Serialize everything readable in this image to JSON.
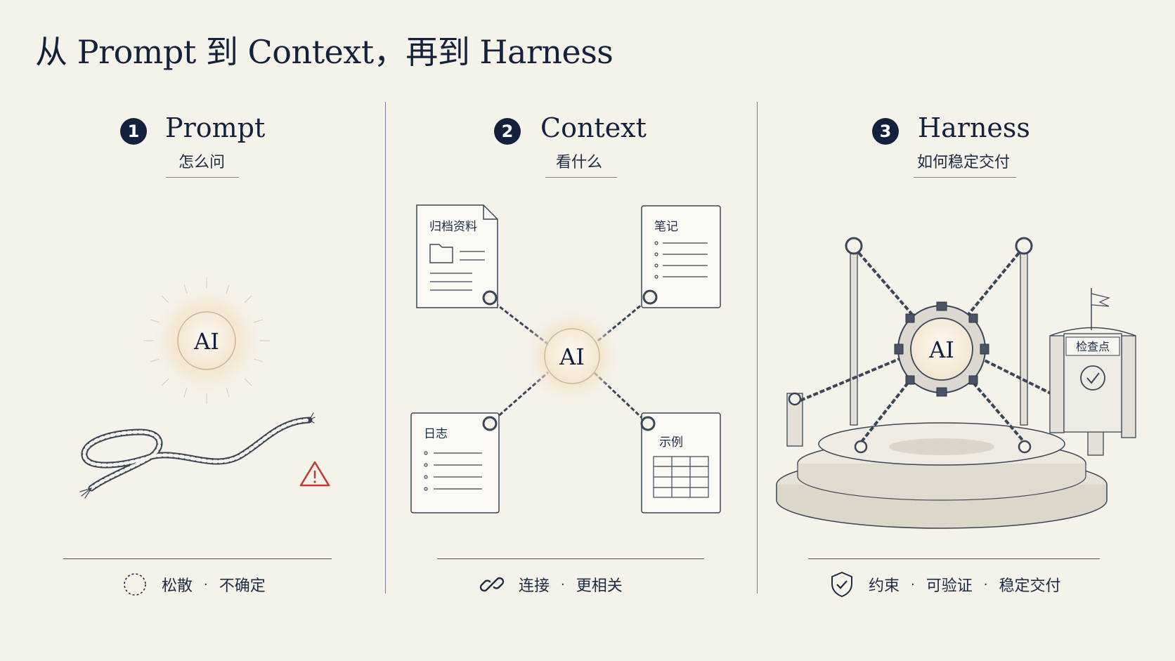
{
  "title": "从 Prompt 到 Context，再到 Harness",
  "panels": [
    {
      "number": "1",
      "title": "Prompt",
      "subtitle": "怎么问",
      "ai_label": "AI",
      "footer": {
        "icon": "dashed-circle-icon",
        "items": [
          "松散",
          "不确定"
        ]
      }
    },
    {
      "number": "2",
      "title": "Context",
      "subtitle": "看什么",
      "ai_label": "AI",
      "docs": [
        "归档资料",
        "笔记",
        "日志",
        "示例"
      ],
      "footer": {
        "icon": "link-icon",
        "items": [
          "连接",
          "更相关"
        ]
      }
    },
    {
      "number": "3",
      "title": "Harness",
      "subtitle": "如何稳定交付",
      "ai_label": "AI",
      "checkpoint_label": "检查点",
      "footer": {
        "icon": "shield-check-icon",
        "items": [
          "约束",
          "可验证",
          "稳定交付"
        ]
      }
    }
  ],
  "footer_separator": "·",
  "colors": {
    "background": "#f5f2ea",
    "ink": "#14213d",
    "warning": "#c0392b",
    "glow": "#f0dcc0"
  }
}
